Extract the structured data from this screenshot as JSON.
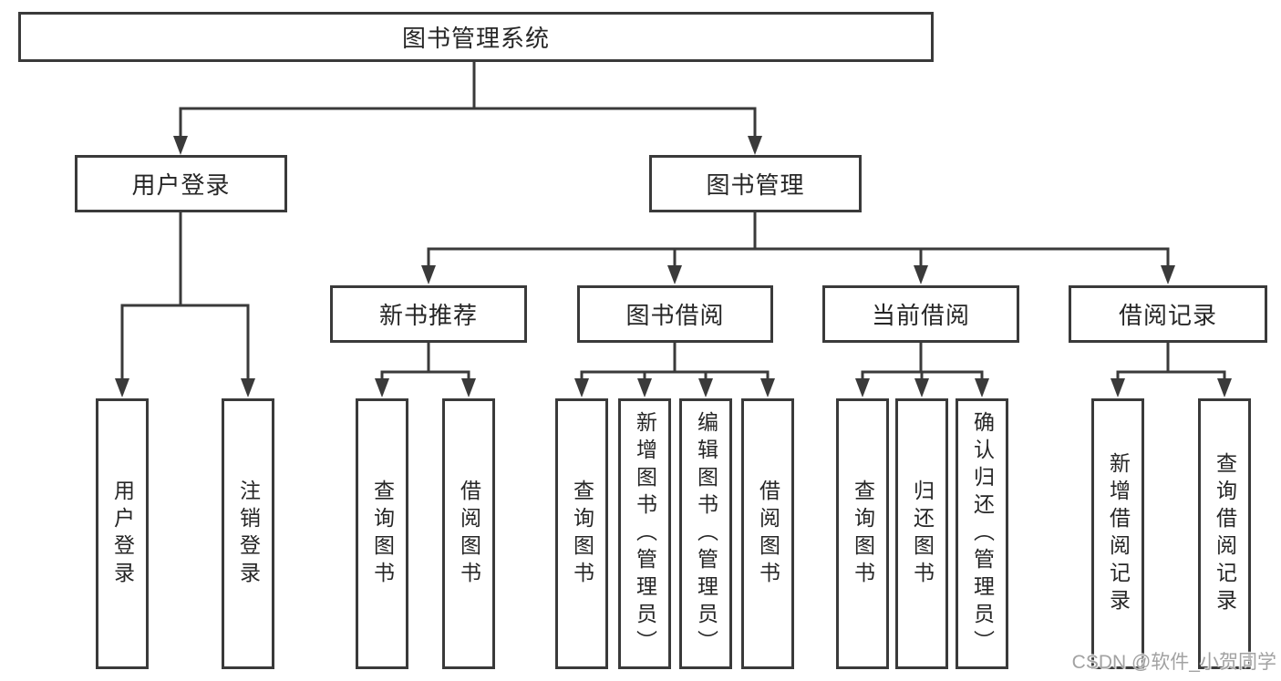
{
  "tree": {
    "root": {
      "label": "图书管理系统"
    },
    "level2": [
      {
        "label": "用户登录"
      },
      {
        "label": "图书管理"
      }
    ],
    "level3": [
      {
        "label": "新书推荐",
        "parent": "图书管理"
      },
      {
        "label": "图书借阅",
        "parent": "图书管理"
      },
      {
        "label": "当前借阅",
        "parent": "图书管理"
      },
      {
        "label": "借阅记录",
        "parent": "图书管理"
      }
    ],
    "leaves": [
      {
        "label": "用户登录",
        "parent": "用户登录"
      },
      {
        "label": "注销登录",
        "parent": "用户登录"
      },
      {
        "label": "查询图书",
        "parent": "新书推荐"
      },
      {
        "label": "借阅图书",
        "parent": "新书推荐"
      },
      {
        "label": "查询图书",
        "parent": "图书借阅"
      },
      {
        "label": "新增图书（管理员）",
        "parent": "图书借阅"
      },
      {
        "label": "编辑图书（管理员）",
        "parent": "图书借阅"
      },
      {
        "label": "借阅图书",
        "parent": "图书借阅"
      },
      {
        "label": "查询图书",
        "parent": "当前借阅"
      },
      {
        "label": "归还图书",
        "parent": "当前借阅"
      },
      {
        "label": "确认归还（管理员）",
        "parent": "当前借阅"
      },
      {
        "label": "新增借阅记录",
        "parent": "借阅记录"
      },
      {
        "label": "查询借阅记录",
        "parent": "借阅记录"
      }
    ]
  },
  "watermark": {
    "text": "CSDN @软件_小贺同学"
  },
  "colors": {
    "background": "#ffffff",
    "line": "#3a3a3a",
    "box_border": "#3a3a3a",
    "text": "#262626",
    "watermark": "#a2a2a2"
  }
}
